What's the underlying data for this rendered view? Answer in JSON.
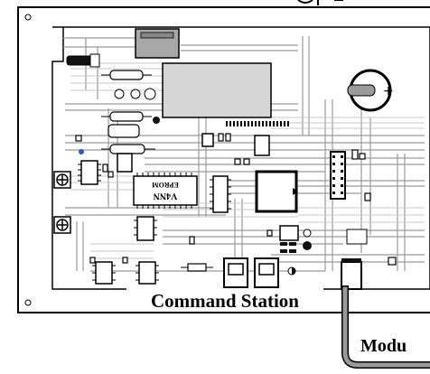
{
  "labels": {
    "station": "Command Station",
    "module": "Modu",
    "eprom_line1": "V4NN",
    "eprom_line2": "EPROM"
  },
  "colors": {
    "outline": "#000000",
    "trace": "#9a9a9a",
    "trace_light": "#c8c8c8",
    "lcd": "#d6d6d6",
    "cable": "#9a9a9a",
    "background": "#ffffff"
  }
}
